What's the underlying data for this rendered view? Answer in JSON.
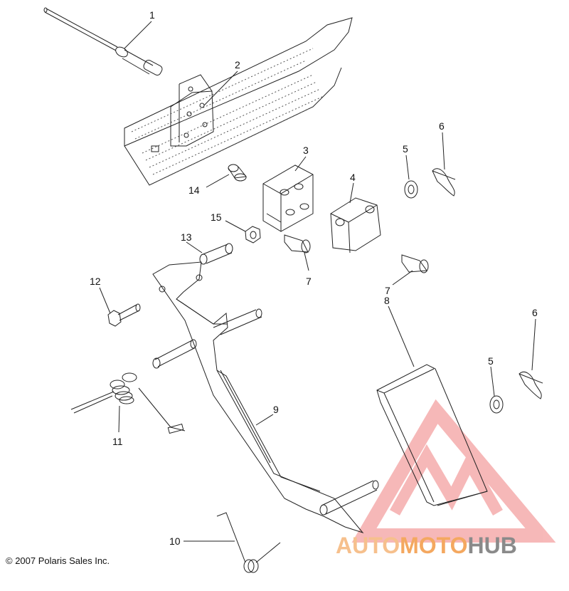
{
  "callouts": [
    "1",
    "2",
    "3",
    "4",
    "5",
    "6",
    "7",
    "7",
    "8",
    "9",
    "10",
    "11",
    "12",
    "13",
    "14",
    "15",
    "5",
    "6"
  ],
  "copyright": "© 2007 Polaris Sales Inc.",
  "watermark": {
    "part1": "AUTO",
    "part2": "MOTO",
    "part3": "HUB",
    "color_part1": "#f6c08d",
    "color_part2": "#f4a860",
    "color_part3": "#8a8a8a",
    "logo_color": "#f07f7f"
  },
  "colors": {
    "line": "#222222",
    "dotted": "#555555"
  }
}
